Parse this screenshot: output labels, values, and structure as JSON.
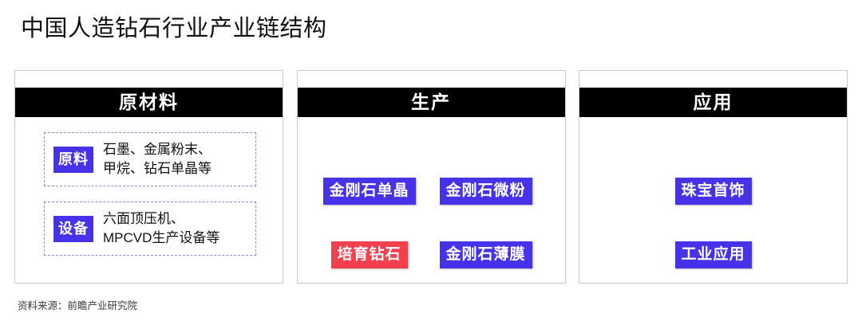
{
  "page": {
    "title": "中国人造钻石行业产业链结构",
    "source_note": "资料来源：前瞻产业研究院",
    "background": "#ffffff"
  },
  "colors": {
    "tag_blue": "#4632e8",
    "tag_red": "#f3404c",
    "header_bar": "#000000",
    "panel_border": "#c9c9c9",
    "dashed_border": "#8b8bd6",
    "title_text": "#111111"
  },
  "panels": [
    {
      "header": "原材料",
      "groups": [
        {
          "tag": "原料",
          "description": "石墨、金属粉末、\n甲烷、钻石单晶等"
        },
        {
          "tag": "设备",
          "description": "六面顶压机、\nMPCVD生产设备等"
        }
      ]
    },
    {
      "header": "生产",
      "tags": [
        {
          "label": "金刚石单晶",
          "color": "blue"
        },
        {
          "label": "金刚石微粉",
          "color": "blue"
        },
        {
          "label": "培育钻石",
          "color": "red"
        },
        {
          "label": "金刚石薄膜",
          "color": "blue"
        }
      ]
    },
    {
      "header": "应用",
      "tags": [
        {
          "label": "珠宝首饰",
          "color": "blue"
        },
        {
          "label": "工业应用",
          "color": "blue"
        }
      ]
    }
  ]
}
